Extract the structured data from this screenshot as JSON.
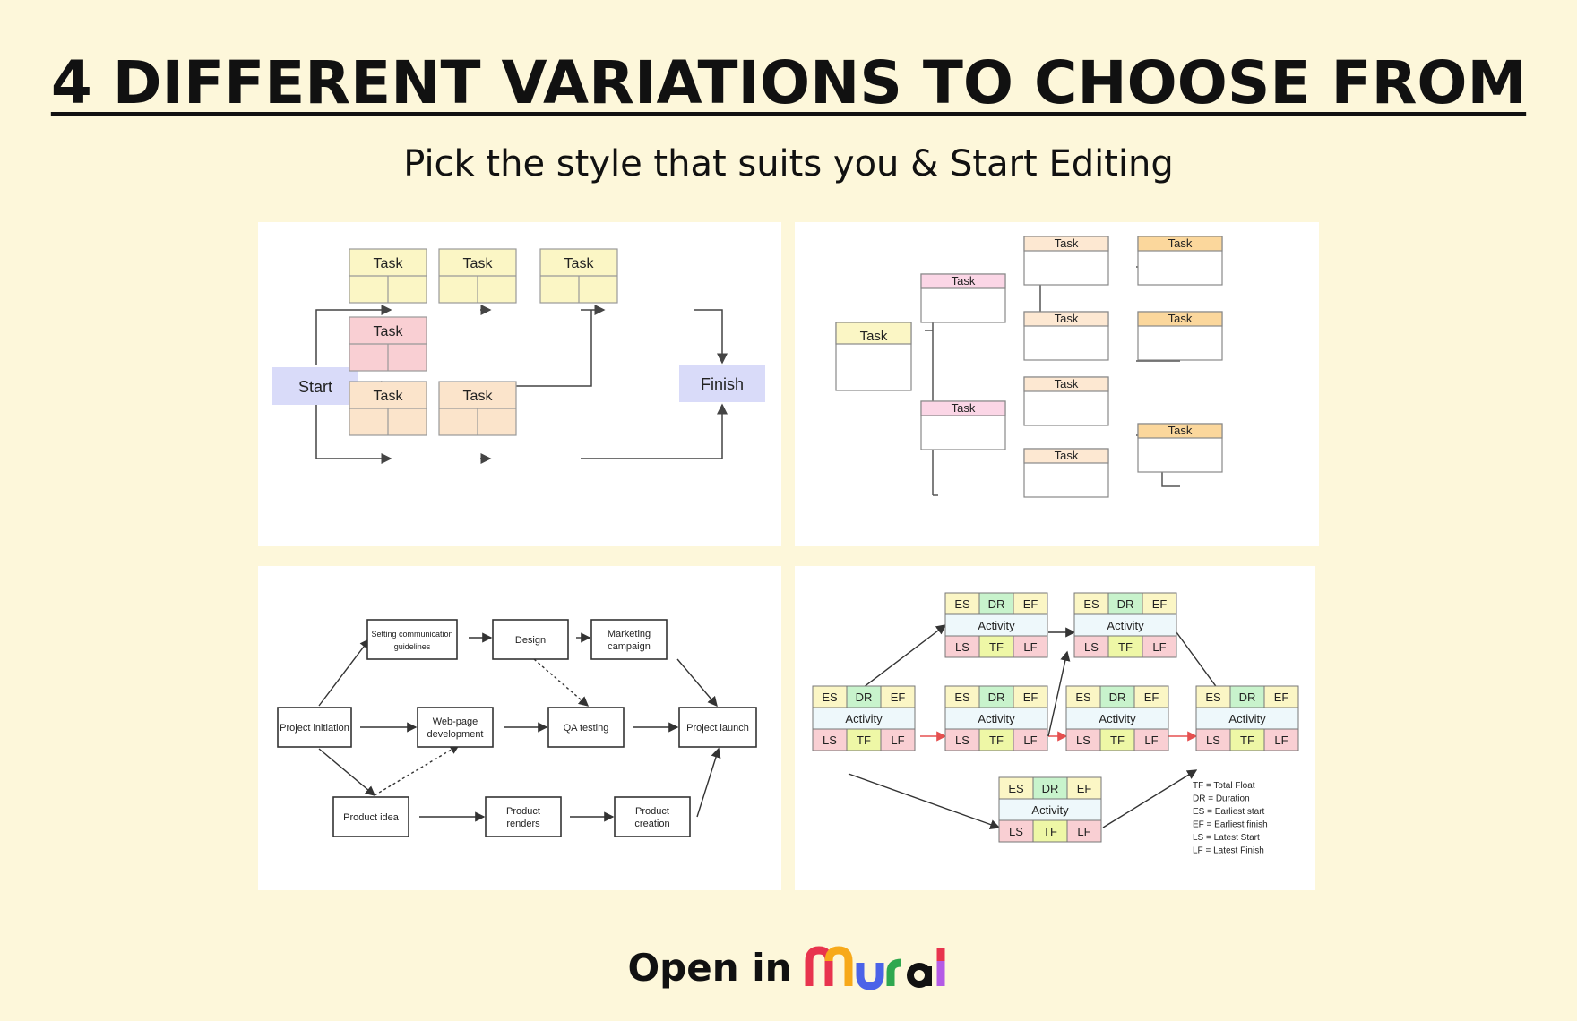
{
  "header": {
    "title": "4 DIFFERENT VARIATIONS TO CHOOSE FROM",
    "subtitle": "Pick the style that suits you & Start Editing"
  },
  "diagram1": {
    "start": "Start",
    "finish": "Finish",
    "task": "Task",
    "colors": {
      "node": "#d9dbf9",
      "yellow": "#fbf6c5",
      "red": "#f9cfd3",
      "orange": "#fbe4cb",
      "line": "#444444"
    }
  },
  "diagram2": {
    "task": "Task",
    "colors": {
      "root": "#fbf6c5",
      "pink": "#fbd6e6",
      "peach": "#fde8d2",
      "orange": "#fbd79c"
    }
  },
  "diagram3": {
    "project_initiation": "Project initiation",
    "setting_guidelines_1": "Setting communication",
    "setting_guidelines_2": "guidelines",
    "design": "Design",
    "marketing_1": "Marketing",
    "marketing_2": "campaign",
    "webpage_1": "Web-page",
    "webpage_2": "development",
    "qa_testing": "QA testing",
    "project_launch": "Project launch",
    "product_idea": "Product idea",
    "product_renders_1": "Product",
    "product_renders_2": "renders",
    "product_creation_1": "Product",
    "product_creation_2": "creation"
  },
  "diagram4": {
    "es": "ES",
    "dr": "DR",
    "ef": "EF",
    "ls": "LS",
    "tf": "TF",
    "lf": "LF",
    "activity": "Activity",
    "legend": [
      "TF = Total Float",
      "DR = Duration",
      "ES = Earliest start",
      "EF = Earliest finish",
      "LS = Latest Start",
      "LF = Latest Finish"
    ],
    "colors": {
      "es": "#fbf6c5",
      "dr": "#c8f3cc",
      "ef": "#fbf6c5",
      "ls": "#f9cfd3",
      "tf": "#eef7a6",
      "lf": "#f9cfd3",
      "activity": "#eef8fb",
      "red_arrow": "#e55050"
    }
  },
  "cta": {
    "label": "Open in",
    "logo_text": "mural",
    "logo_colors": [
      "#e8344e",
      "#f7a91a",
      "#4b63e8",
      "#2fa84f",
      "#111111",
      "#b45be6"
    ]
  }
}
